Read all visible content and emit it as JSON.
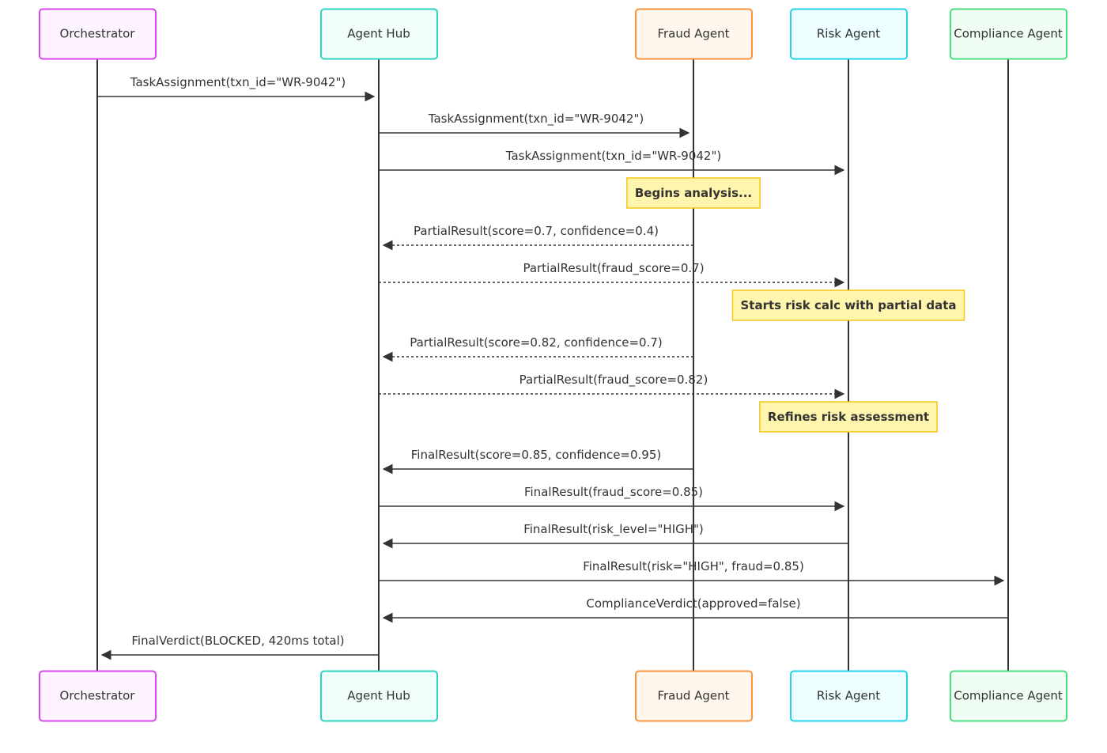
{
  "actors": [
    {
      "id": "orchestrator",
      "label": "Orchestrator",
      "border": "#d946ef",
      "fill": "#fdf4ff"
    },
    {
      "id": "hub",
      "label": "Agent Hub",
      "border": "#2dd4bf",
      "fill": "#f0fdfa"
    },
    {
      "id": "fraud",
      "label": "Fraud Agent",
      "border": "#fb923c",
      "fill": "#fff7ed"
    },
    {
      "id": "risk",
      "label": "Risk Agent",
      "border": "#22d3ee",
      "fill": "#ecfeff"
    },
    {
      "id": "compliance",
      "label": "Compliance Agent",
      "border": "#4ade80",
      "fill": "#f0fdf4"
    }
  ],
  "events": [
    {
      "kind": "message",
      "from": "orchestrator",
      "to": "hub",
      "label": "TaskAssignment(txn_id=\"WR-9042\")",
      "style": "solid"
    },
    {
      "kind": "message",
      "from": "hub",
      "to": "fraud",
      "label": "TaskAssignment(txn_id=\"WR-9042\")",
      "style": "solid"
    },
    {
      "kind": "message",
      "from": "hub",
      "to": "risk",
      "label": "TaskAssignment(txn_id=\"WR-9042\")",
      "style": "solid"
    },
    {
      "kind": "note",
      "over": "fraud",
      "label": "Begins analysis..."
    },
    {
      "kind": "message",
      "from": "fraud",
      "to": "hub",
      "label": "PartialResult(score=0.7, confidence=0.4)",
      "style": "dashed"
    },
    {
      "kind": "message",
      "from": "hub",
      "to": "risk",
      "label": "PartialResult(fraud_score=0.7)",
      "style": "dashed"
    },
    {
      "kind": "note",
      "over": "risk",
      "label": "Starts risk calc with partial data"
    },
    {
      "kind": "message",
      "from": "fraud",
      "to": "hub",
      "label": "PartialResult(score=0.82, confidence=0.7)",
      "style": "dashed"
    },
    {
      "kind": "message",
      "from": "hub",
      "to": "risk",
      "label": "PartialResult(fraud_score=0.82)",
      "style": "dashed"
    },
    {
      "kind": "note",
      "over": "risk",
      "label": "Refines risk assessment"
    },
    {
      "kind": "message",
      "from": "fraud",
      "to": "hub",
      "label": "FinalResult(score=0.85, confidence=0.95)",
      "style": "solid"
    },
    {
      "kind": "message",
      "from": "hub",
      "to": "risk",
      "label": "FinalResult(fraud_score=0.85)",
      "style": "solid"
    },
    {
      "kind": "message",
      "from": "risk",
      "to": "hub",
      "label": "FinalResult(risk_level=\"HIGH\")",
      "style": "solid"
    },
    {
      "kind": "message",
      "from": "hub",
      "to": "compliance",
      "label": "FinalResult(risk=\"HIGH\", fraud=0.85)",
      "style": "solid"
    },
    {
      "kind": "message",
      "from": "compliance",
      "to": "hub",
      "label": "ComplianceVerdict(approved=false)",
      "style": "solid"
    },
    {
      "kind": "message",
      "from": "hub",
      "to": "orchestrator",
      "label": "FinalVerdict(BLOCKED, 420ms total)",
      "style": "solid"
    }
  ],
  "colors": {
    "line": "#333333",
    "note_fill": "#fff5ad",
    "note_border": "#f5c518",
    "label_text": "#333333"
  }
}
